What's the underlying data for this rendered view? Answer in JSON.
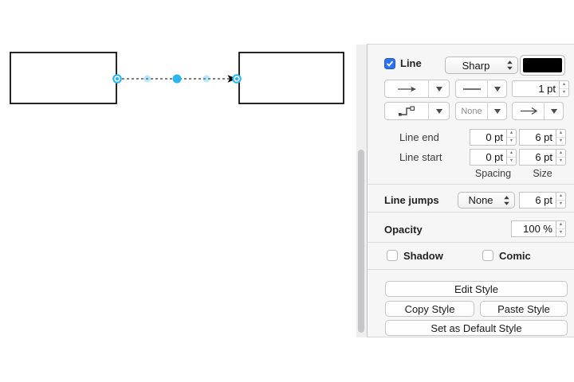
{
  "colors": {
    "accent_checkbox_blue": "#2f72f1",
    "edge_handle_blue": "#29b6f2",
    "connector_color": "#000000",
    "panel_background": "#f6f6f7",
    "line_color_swatch": "#000000"
  },
  "canvas": {
    "shapes": [
      {
        "type": "rectangle",
        "label": ""
      },
      {
        "type": "rectangle",
        "label": ""
      }
    ],
    "connector": {
      "selected": true,
      "dashed_selection": true,
      "arrow_end": "classic"
    }
  },
  "format_panel": {
    "line": {
      "label": "Line",
      "checked": true,
      "style": "Sharp",
      "color": "#000000",
      "width": "1 pt",
      "waypoint_fill": "None"
    },
    "line_end": {
      "label": "Line end",
      "spacing": "0 pt",
      "size": "6 pt"
    },
    "line_start": {
      "label": "Line start",
      "spacing": "0 pt",
      "size": "6 pt"
    },
    "columns": {
      "spacing": "Spacing",
      "size": "Size"
    },
    "line_jumps": {
      "label": "Line jumps",
      "value": "None",
      "size": "6 pt"
    },
    "opacity": {
      "label": "Opacity",
      "value": "100 %"
    },
    "shadow": {
      "label": "Shadow",
      "checked": false
    },
    "comic": {
      "label": "Comic",
      "checked": false
    },
    "buttons": {
      "edit": "Edit Style",
      "copy": "Copy Style",
      "paste": "Paste Style",
      "default": "Set as Default Style"
    }
  }
}
